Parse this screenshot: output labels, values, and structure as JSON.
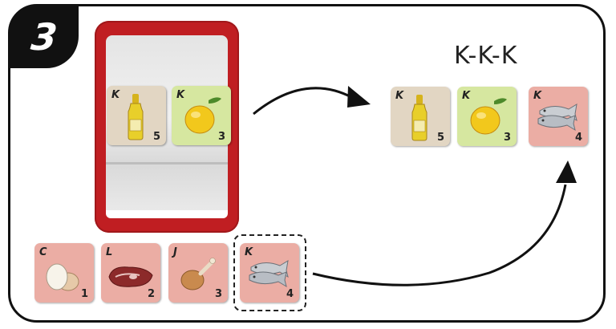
{
  "step": {
    "number": "3"
  },
  "result_title": "K-K-K",
  "fridge_cards": [
    {
      "letter": "K",
      "number": "5",
      "item": "bottle",
      "color": "#e2d6c3"
    },
    {
      "letter": "K",
      "number": "3",
      "item": "lemon",
      "color": "#d6e7a0"
    }
  ],
  "hand_cards": [
    {
      "letter": "C",
      "number": "1",
      "item": "eggs",
      "color": "#ebada4"
    },
    {
      "letter": "L",
      "number": "2",
      "item": "steak",
      "color": "#ebada4"
    },
    {
      "letter": "J",
      "number": "3",
      "item": "chicken-leg",
      "color": "#ebada4"
    },
    {
      "letter": "K",
      "number": "4",
      "item": "fish",
      "color": "#ebada4",
      "selected": true
    }
  ],
  "result_cards": [
    {
      "letter": "K",
      "number": "5",
      "item": "bottle",
      "color": "#e2d6c3"
    },
    {
      "letter": "K",
      "number": "3",
      "item": "lemon",
      "color": "#d6e7a0"
    },
    {
      "letter": "K",
      "number": "4",
      "item": "fish",
      "color": "#ebada4"
    }
  ],
  "colors": {
    "fridge": "#c01e22",
    "frame": "#111111"
  }
}
